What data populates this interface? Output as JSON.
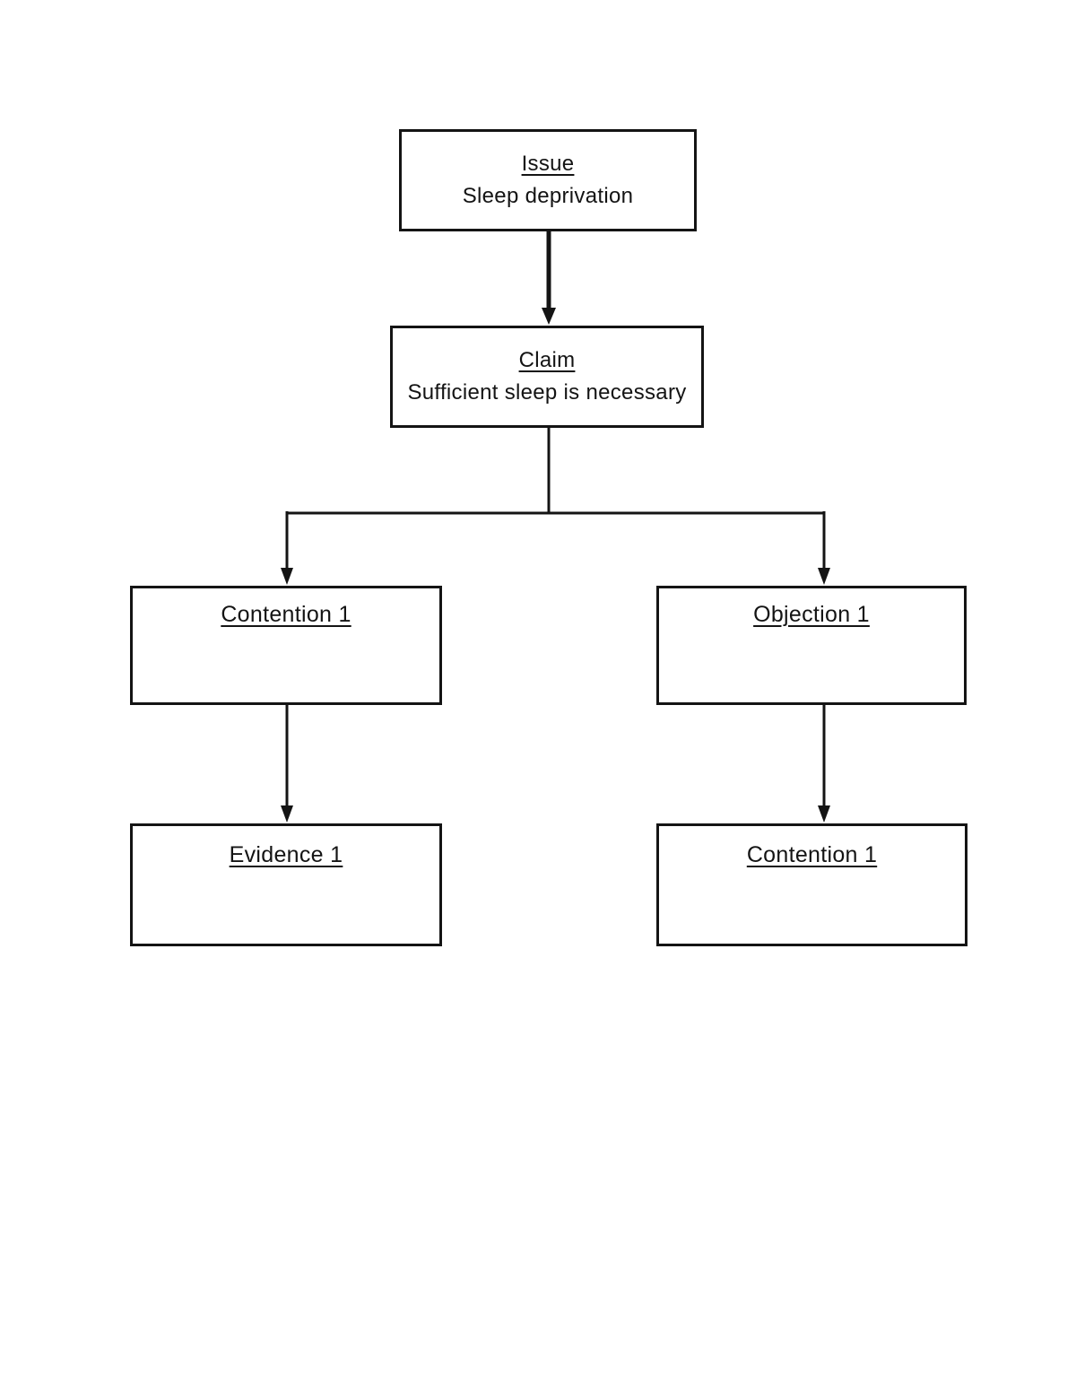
{
  "diagram": {
    "nodes": [
      {
        "id": "issue",
        "title": "Issue",
        "subtitle": "Sleep deprivation"
      },
      {
        "id": "claim",
        "title": "Claim",
        "subtitle": "Sufficient sleep is necessary"
      },
      {
        "id": "contention1",
        "title": "Contention 1",
        "subtitle": ""
      },
      {
        "id": "objection1",
        "title": "Objection 1",
        "subtitle": ""
      },
      {
        "id": "evidence1",
        "title": "Evidence 1",
        "subtitle": ""
      },
      {
        "id": "contention1b",
        "title": "Contention 1",
        "subtitle": ""
      }
    ],
    "edges": [
      {
        "from": "issue",
        "to": "claim"
      },
      {
        "from": "claim",
        "to": "contention1"
      },
      {
        "from": "claim",
        "to": "objection1"
      },
      {
        "from": "contention1",
        "to": "evidence1"
      },
      {
        "from": "objection1",
        "to": "contention1b"
      }
    ],
    "colors": {
      "line": "#141414",
      "box_border": "#141414",
      "box_fill": "#ffffff",
      "text": "#141414",
      "background": "#ffffff"
    }
  }
}
